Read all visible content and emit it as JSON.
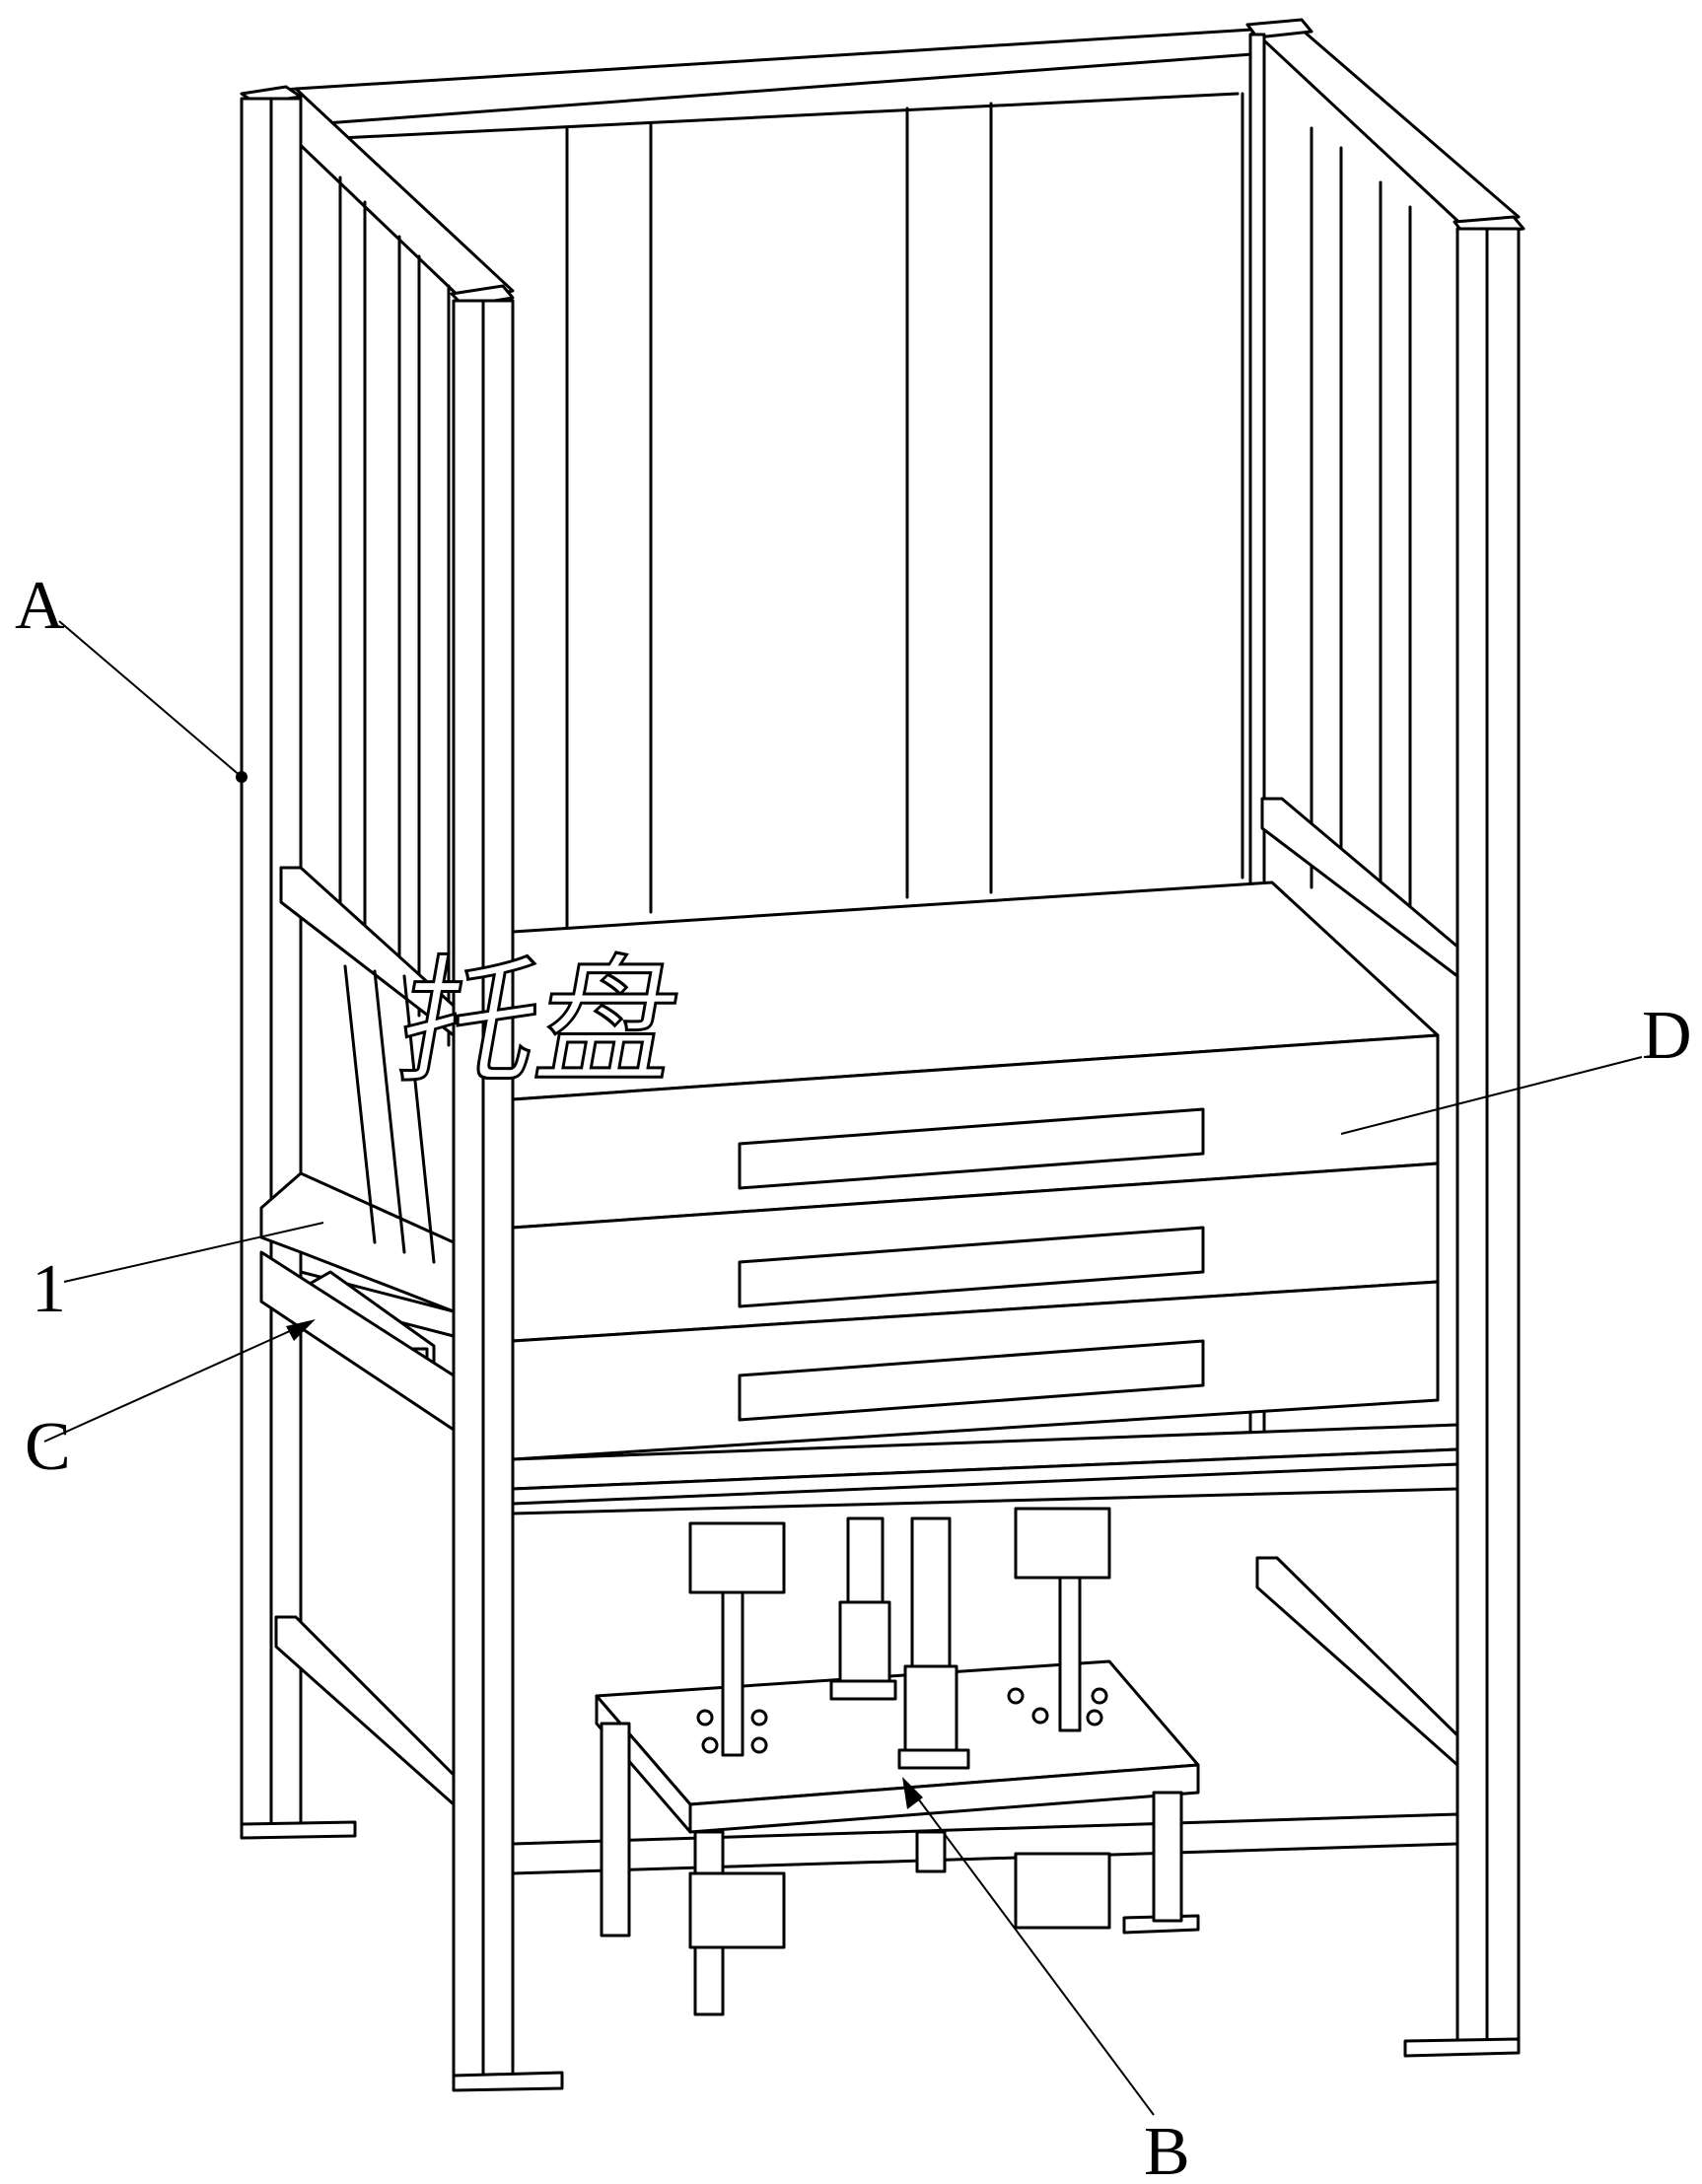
{
  "labels": {
    "A": "A",
    "B": "B",
    "C": "C",
    "D": "D",
    "one": "1"
  },
  "pallet_text": "托盘"
}
